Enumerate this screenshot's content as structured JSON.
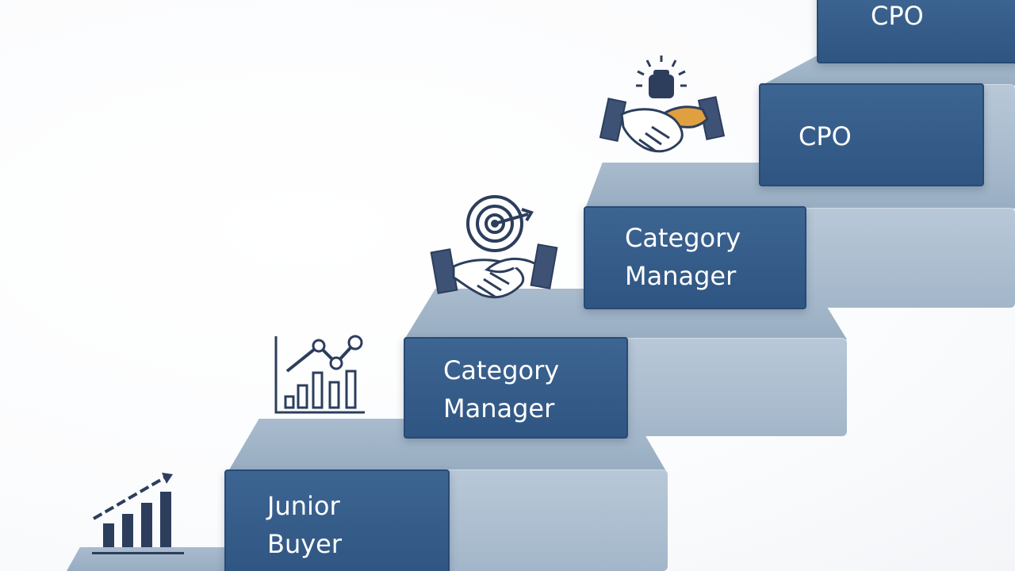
{
  "steps": [
    {
      "line1": "Junior",
      "line2": "Buyer",
      "icon": "bar-chart-growth-icon"
    },
    {
      "line1": "Category",
      "line2": "Manager",
      "icon": "line-bar-chart-icon"
    },
    {
      "line1": "Category",
      "line2": "Manager",
      "icon": "target-handshake-icon"
    },
    {
      "line1": "CPO",
      "line2": "",
      "icon": "handshake-icon"
    },
    {
      "line1": "CPO",
      "line2": "",
      "icon": ""
    }
  ],
  "colors": {
    "label_box": "#2f5582",
    "step_surface": "#a9bbcd",
    "icon_stroke": "#2c3e5c",
    "handshake_accent": "#e0a040"
  }
}
